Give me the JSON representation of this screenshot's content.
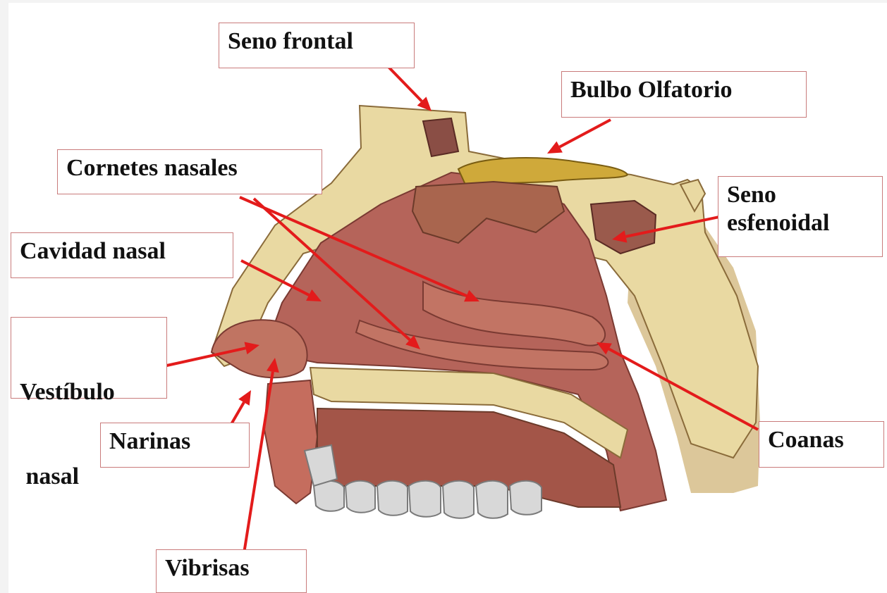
{
  "labels": {
    "seno_frontal": "Seno frontal",
    "bulbo_olfatorio": "Bulbo Olfatorio",
    "cornetes_nasales": "Cornetes nasales",
    "seno_esfenoidal_line1": "Seno",
    "seno_esfenoidal_line2": "esfenoidal",
    "cavidad_nasal": "Cavidad nasal",
    "vestibulo_line1": "Vestíbulo",
    "vestibulo_line2": " nasal",
    "narinas": "Narinas",
    "coanas": "Coanas",
    "vibrisas": "Vibrisas"
  },
  "colors": {
    "arrow": "#e31b1b",
    "label_border": "#c97b7b",
    "bone": "#e9d9a2",
    "mucosa": "#b5645a",
    "tooth": "#d8d8d8"
  }
}
